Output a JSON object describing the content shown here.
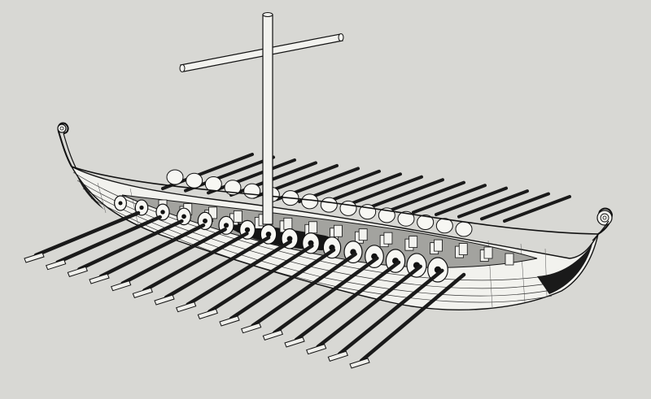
{
  "scene": {
    "subject": "viking-longship",
    "oars_per_side": 16,
    "shields_per_side": 16,
    "colors": {
      "background": "#d8d8d4",
      "line": "#111111",
      "hull_fill": "#f2f2ee",
      "deck_fill": "#9a9a96",
      "oar_fill": "#1a1a1a",
      "shield_fill": "#f7f7f3",
      "blade_fill": "#f0f0ec"
    }
  }
}
